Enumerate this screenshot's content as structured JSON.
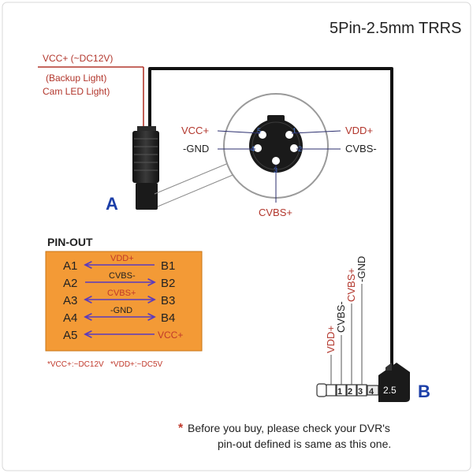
{
  "title": "5Pin-2.5mm TRRS",
  "colors": {
    "red": "#b2362c",
    "navy": "#2b2e6e",
    "blue": "#1c3fa8",
    "purple": "#5b3bbd",
    "orange": "#f39a36",
    "dark": "#222222",
    "gray": "#8a8a8a"
  },
  "cable": {
    "supply_label": "VCC+ (~DC12V)",
    "note_line1": "(Backup Light)",
    "note_line2": "Cam LED Light)"
  },
  "connector_a": {
    "label": "A",
    "pins": [
      {
        "number": "5",
        "name": "VCC+"
      },
      {
        "number": "1",
        "name": "VDD+"
      },
      {
        "number": "4",
        "name": "-GND"
      },
      {
        "number": "2",
        "name": "CVBS-"
      },
      {
        "number": "3",
        "name": "CVBS+"
      }
    ]
  },
  "pinout": {
    "title": "PIN-OUT",
    "rows": [
      {
        "a": "A1",
        "signal": "VDD+",
        "b": "B1"
      },
      {
        "a": "A2",
        "signal": "CVBS-",
        "b": "B2"
      },
      {
        "a": "A3",
        "signal": "CVBS+",
        "b": "B3"
      },
      {
        "a": "A4",
        "signal": "-GND",
        "b": "B4"
      },
      {
        "a": "A5",
        "signal": "VCC+",
        "b": ""
      }
    ],
    "footnote": "*VCC+:~DC12V   *VDD+:~DC5V"
  },
  "plug_b": {
    "label": "B",
    "size_text": "2.5",
    "segments": [
      "1",
      "2",
      "3",
      "4"
    ],
    "rings": [
      {
        "name": "VDD+"
      },
      {
        "name": "CVBS-"
      },
      {
        "name": "CVBS+"
      },
      {
        "name": "-GND"
      }
    ]
  },
  "disclaimer": {
    "star": "*",
    "line1": "Before you buy, please check your DVR's",
    "line2": "pin-out defined is same as this one."
  }
}
